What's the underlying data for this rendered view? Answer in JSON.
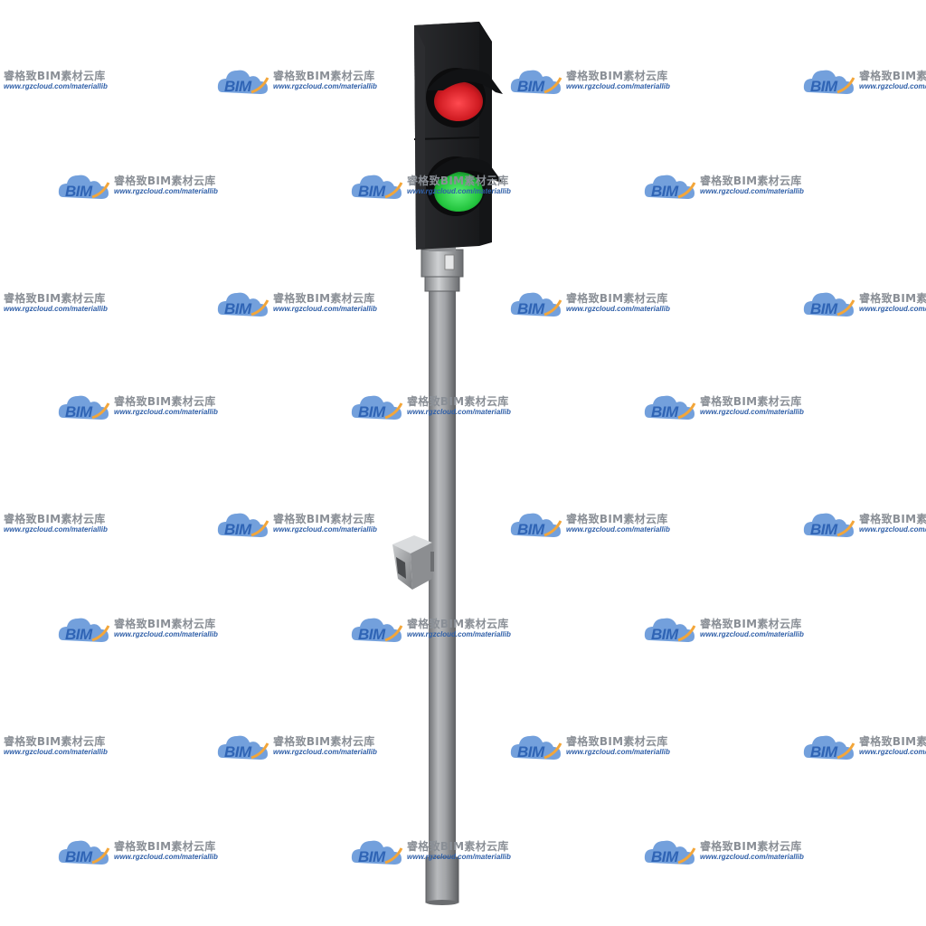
{
  "watermark": {
    "brand": "BIM",
    "title": "睿格致BIM素材云库",
    "url": "www.rgzcloud.com/materiallib",
    "colors": {
      "cloud": "#5b8fd6",
      "accent": "#f3a63a",
      "brand_text": "#2f64b5",
      "title_text": "#8a8f96"
    }
  },
  "traffic_light": {
    "lamps": [
      {
        "name": "red-lamp",
        "state": "on",
        "color": "#e0222a"
      },
      {
        "name": "green-lamp",
        "state": "on",
        "color": "#2ed44a"
      }
    ],
    "housing_color": "#1e1f22",
    "pole_color": "#9a9c9f"
  }
}
